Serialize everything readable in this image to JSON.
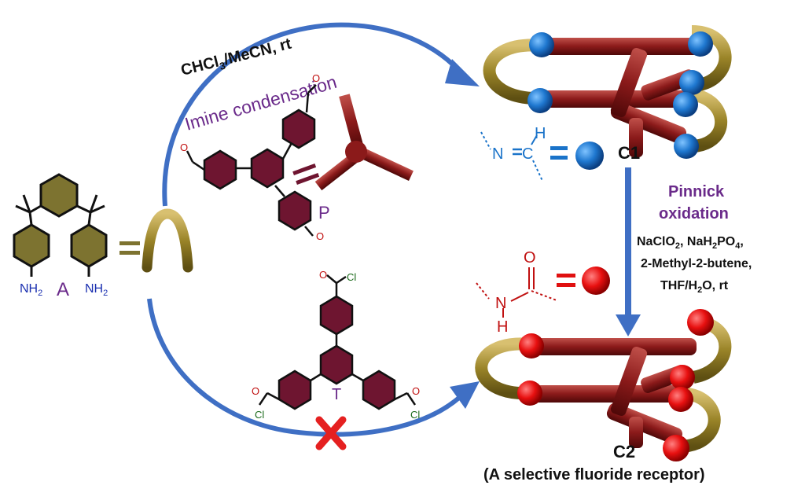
{
  "conditions": {
    "solvent_main": "CHCl",
    "solvent_sub": "3",
    "solvent_rest": "/MeCN, rt",
    "reaction_name": "Imine condensation"
  },
  "labels": {
    "compound_a": "A",
    "nh2_left": "NH",
    "nh2_right": "NH",
    "nh2_sub": "2",
    "precursor_p": "P",
    "precursor_t": "T",
    "cage_c1": "C1",
    "cage_c2": "C2",
    "receptor_caption": "(A selective fluoride receptor)",
    "aldehyde_o": "O",
    "acyl_o": "O",
    "acyl_cl": "Cl"
  },
  "imine_legend": {
    "n": "N",
    "c": "C",
    "h": "H"
  },
  "amide_legend": {
    "o": "O",
    "n": "N",
    "h": "H"
  },
  "oxidation": {
    "title_line1": "Pinnick",
    "title_line2": "oxidation",
    "reagent1": "NaClO",
    "reagent1_sub": "2",
    "reagent2": ", NaH",
    "reagent2_sub": "2",
    "reagent2_rest": "PO",
    "reagent2_sub2": "4",
    "reagent2_end": ",",
    "reagent_line2": "2-Methyl-2-butene,",
    "reagent_line3a": "THF/H",
    "reagent_line3_sub": "2",
    "reagent_line3b": "O, rt"
  },
  "colors": {
    "arrow_blue": "#3f6fc4",
    "label_purple": "#6a2a8a",
    "framework_red": "#8b1a1a",
    "linker_gold": "#9a8428",
    "imine_blue": "#1a73c9",
    "amide_red": "#e01010",
    "cross_red": "#e52020",
    "ring_dark_red": "#6e1530",
    "ring_olive": "#7d7330"
  }
}
